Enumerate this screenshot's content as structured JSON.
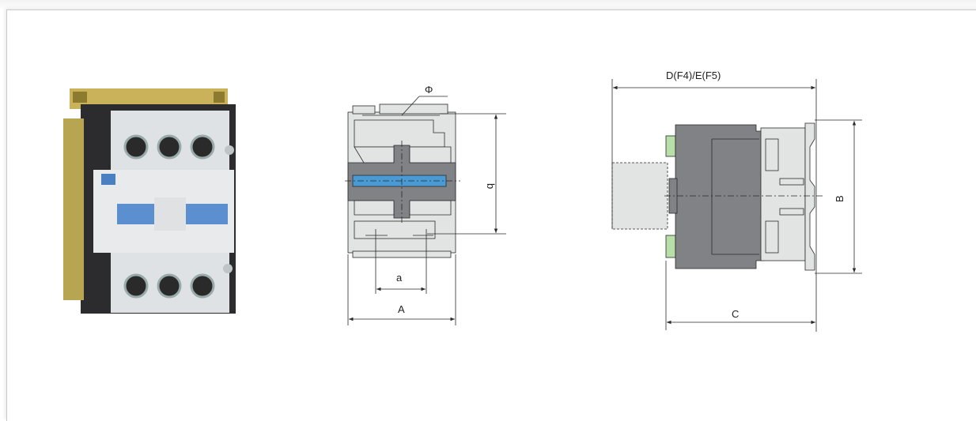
{
  "colors": {
    "frame_gray": "#d9dbdc",
    "housing_light": "#e2e4e4",
    "housing_dark": "#808286",
    "blue_accent": "#4a9ad6",
    "green_accent": "#b8dfa8",
    "line": "#2a2a2a"
  },
  "front_view": {
    "dim_phi": "Φ",
    "dim_b": "b",
    "dim_a": "a",
    "dim_A": "A"
  },
  "side_view": {
    "dim_top": "D(F4)/E(F5)",
    "dim_B": "B",
    "dim_C": "C"
  }
}
